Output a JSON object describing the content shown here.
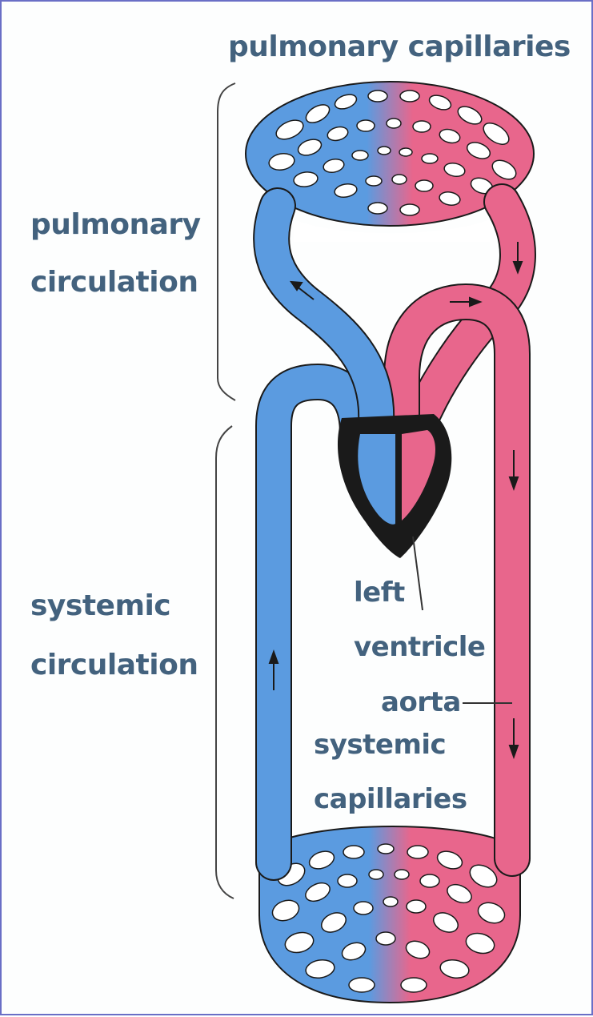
{
  "labels": {
    "pulmonary_capillaries": "pulmonary capillaries",
    "pulmonary_circulation_line1": "pulmonary",
    "pulmonary_circulation_line2": "circulation",
    "systemic_circulation_line1": "systemic",
    "systemic_circulation_line2": "circulation",
    "left_ventricle_line1": "left",
    "left_ventricle_line2": "ventricle",
    "aorta": "aorta",
    "systemic_capillaries_line1": "systemic",
    "systemic_capillaries_line2": "capillaries"
  },
  "colors": {
    "deoxygenated_blood": "#5b9be0",
    "oxygenated_blood": "#e8668c",
    "outline": "#1a1a1a",
    "label_text": "#43627e",
    "frame_border": "#6a6fc6"
  }
}
